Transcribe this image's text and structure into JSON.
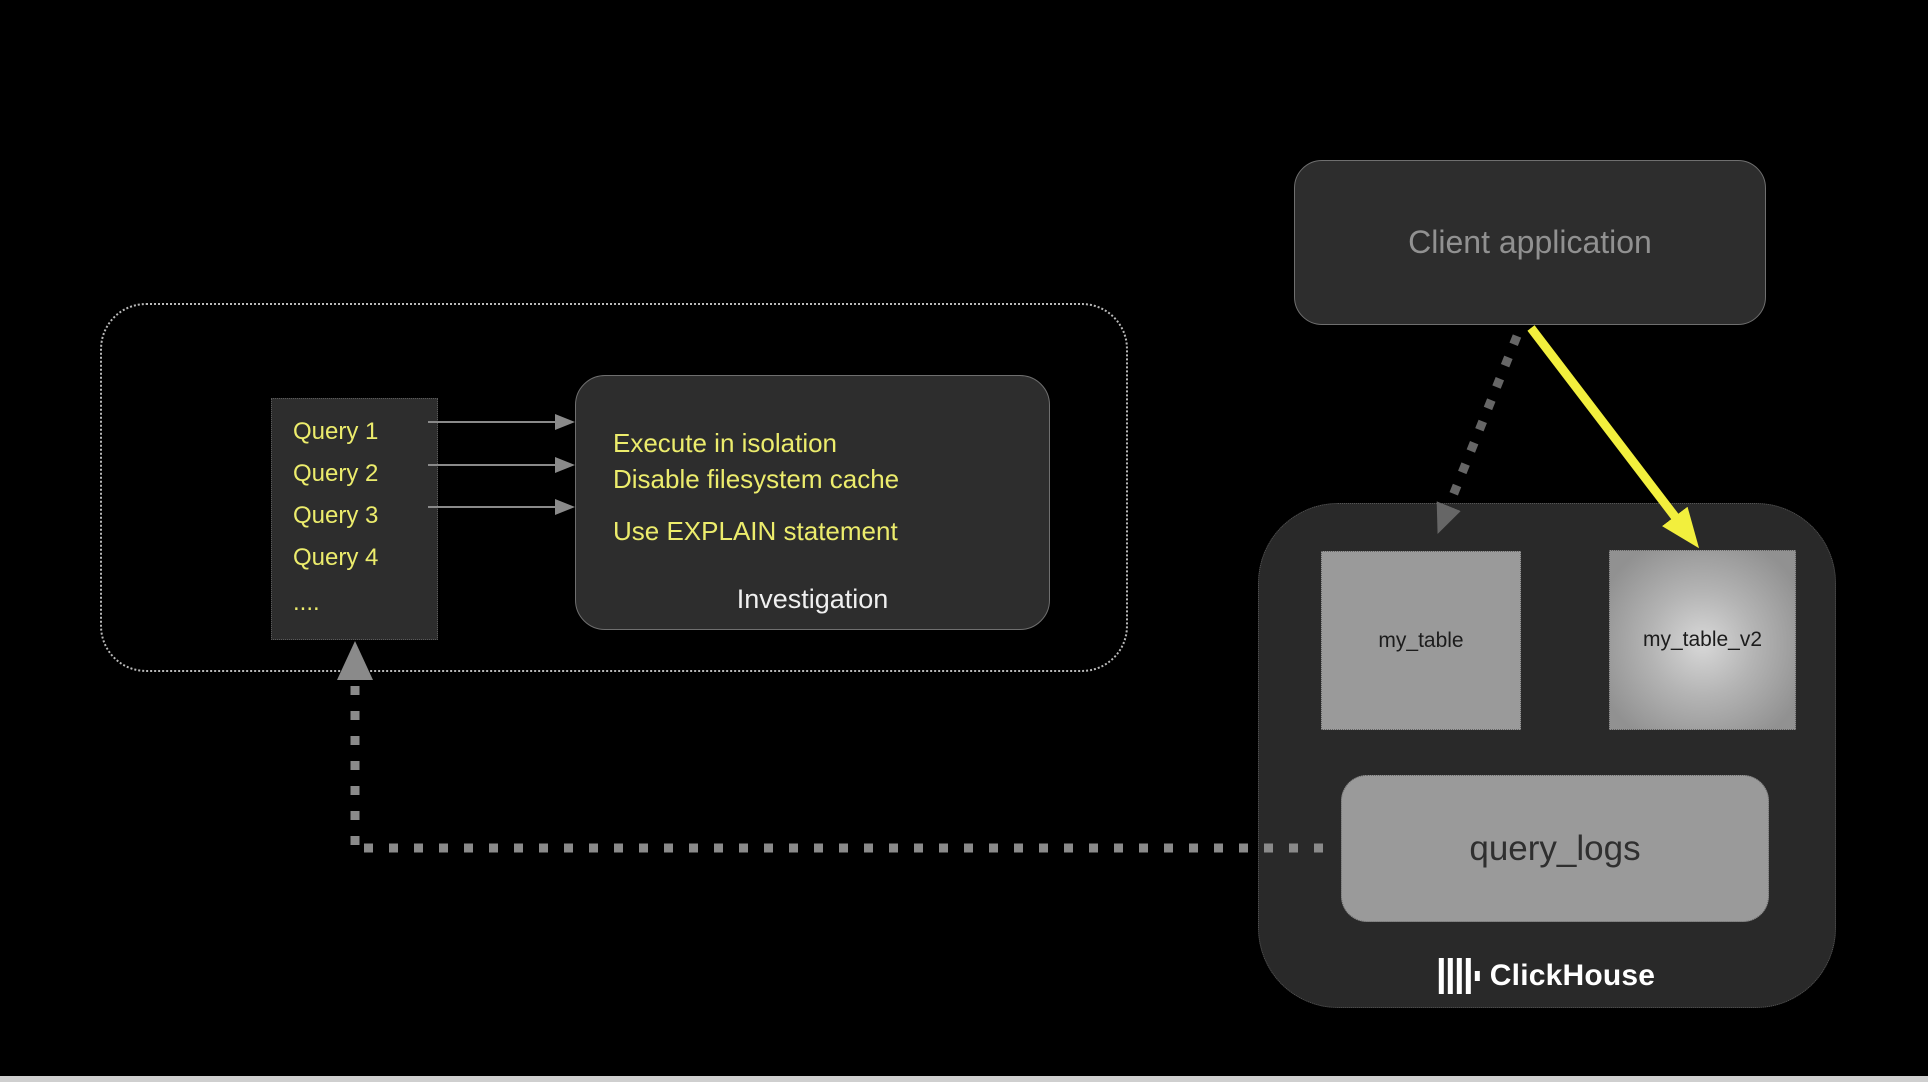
{
  "colors": {
    "background": "#000000",
    "panel": "#2d2d2d",
    "panel_border": "#6f6f6f",
    "ch_panel": "#292929",
    "table_fill": "#9a9a9a",
    "table_text": "#1c1c1c",
    "yellow_text": "#ECEC6C",
    "yellow_arrow": "#F2EF3D",
    "gray_arrow": "#8a8a8a",
    "gray_arrow_dark": "#666666",
    "client_text": "#919191",
    "white_text": "#efefef",
    "dotted_border": "#b9b9b9",
    "bottom_strip": "#cfcfcf"
  },
  "client_application": {
    "label": "Client application"
  },
  "investigation": {
    "queries": [
      "Query 1",
      "Query 2",
      "Query 3",
      "Query 4",
      "...."
    ],
    "notes": [
      "Execute in isolation",
      "Disable filesystem cache",
      "Use EXPLAIN statement"
    ],
    "caption": "Investigation"
  },
  "clickhouse": {
    "brand": "ClickHouse",
    "tables": {
      "my_table": "my_table",
      "my_table_v2": "my_table_v2",
      "query_logs": "query_logs"
    }
  }
}
